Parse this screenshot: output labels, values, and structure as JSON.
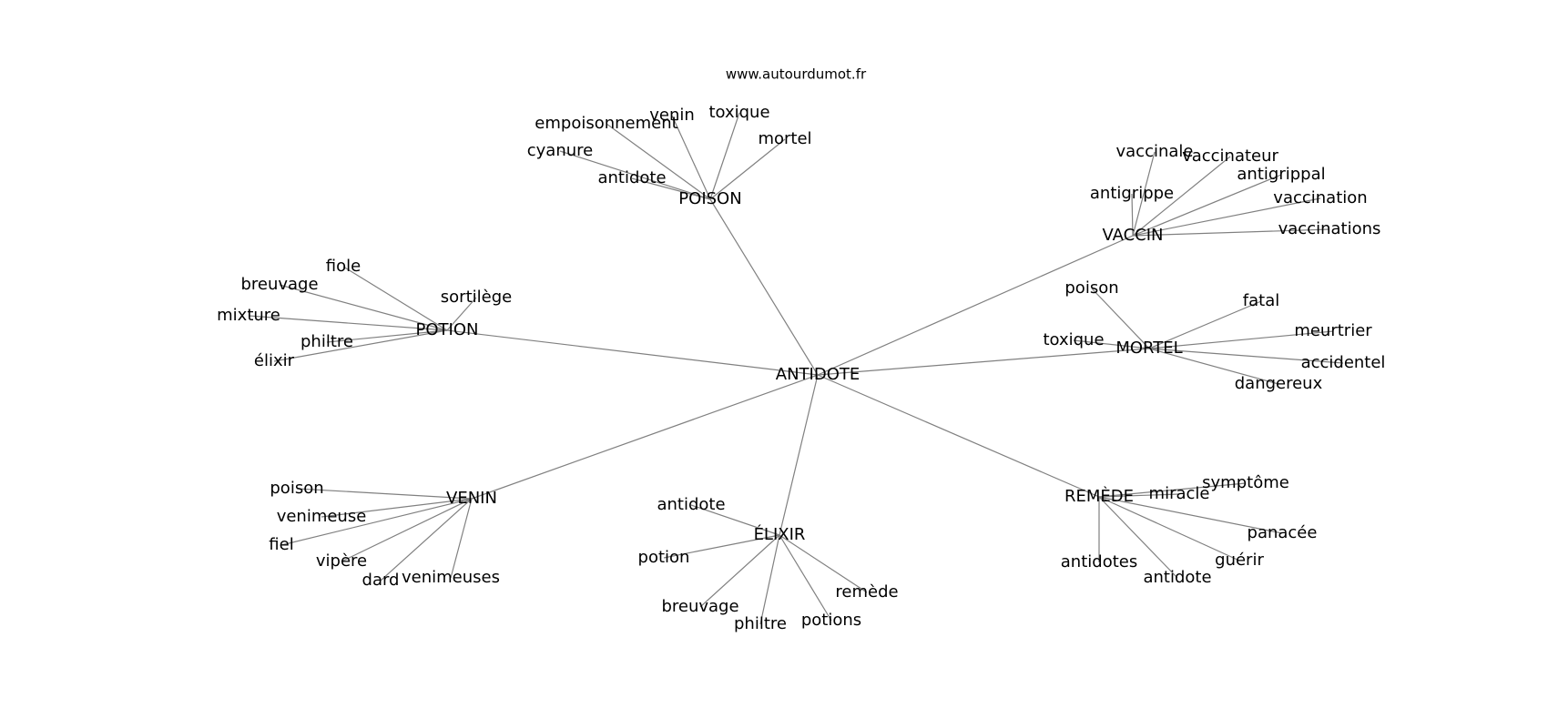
{
  "site_label": "www.autourdumot.fr",
  "center": "ANTIDOTE",
  "clusters": [
    {
      "hub": "POISON",
      "words": [
        "empoisonnement",
        "venin",
        "toxique",
        "mortel",
        "cyanure",
        "antidote"
      ]
    },
    {
      "hub": "VACCIN",
      "words": [
        "vaccinale",
        "vaccinateur",
        "antigrippal",
        "antigrippe",
        "vaccination",
        "vaccinations"
      ]
    },
    {
      "hub": "POTION",
      "words": [
        "fiole",
        "breuvage",
        "sortilège",
        "mixture",
        "philtre",
        "élixir"
      ]
    },
    {
      "hub": "MORTEL",
      "words": [
        "poison",
        "fatal",
        "meurtrier",
        "toxique",
        "accidentel",
        "dangereux"
      ]
    },
    {
      "hub": "VENIN",
      "words": [
        "poison",
        "venimeuse",
        "fiel",
        "vipère",
        "dard",
        "venimeuses"
      ]
    },
    {
      "hub": "ÉLIXIR",
      "words": [
        "antidote",
        "potion",
        "breuvage",
        "philtre",
        "potions",
        "remède"
      ]
    },
    {
      "hub": "REMÈDE",
      "words": [
        "symptôme",
        "miracle",
        "panacée",
        "guérir",
        "antidote",
        "antidotes"
      ]
    }
  ]
}
